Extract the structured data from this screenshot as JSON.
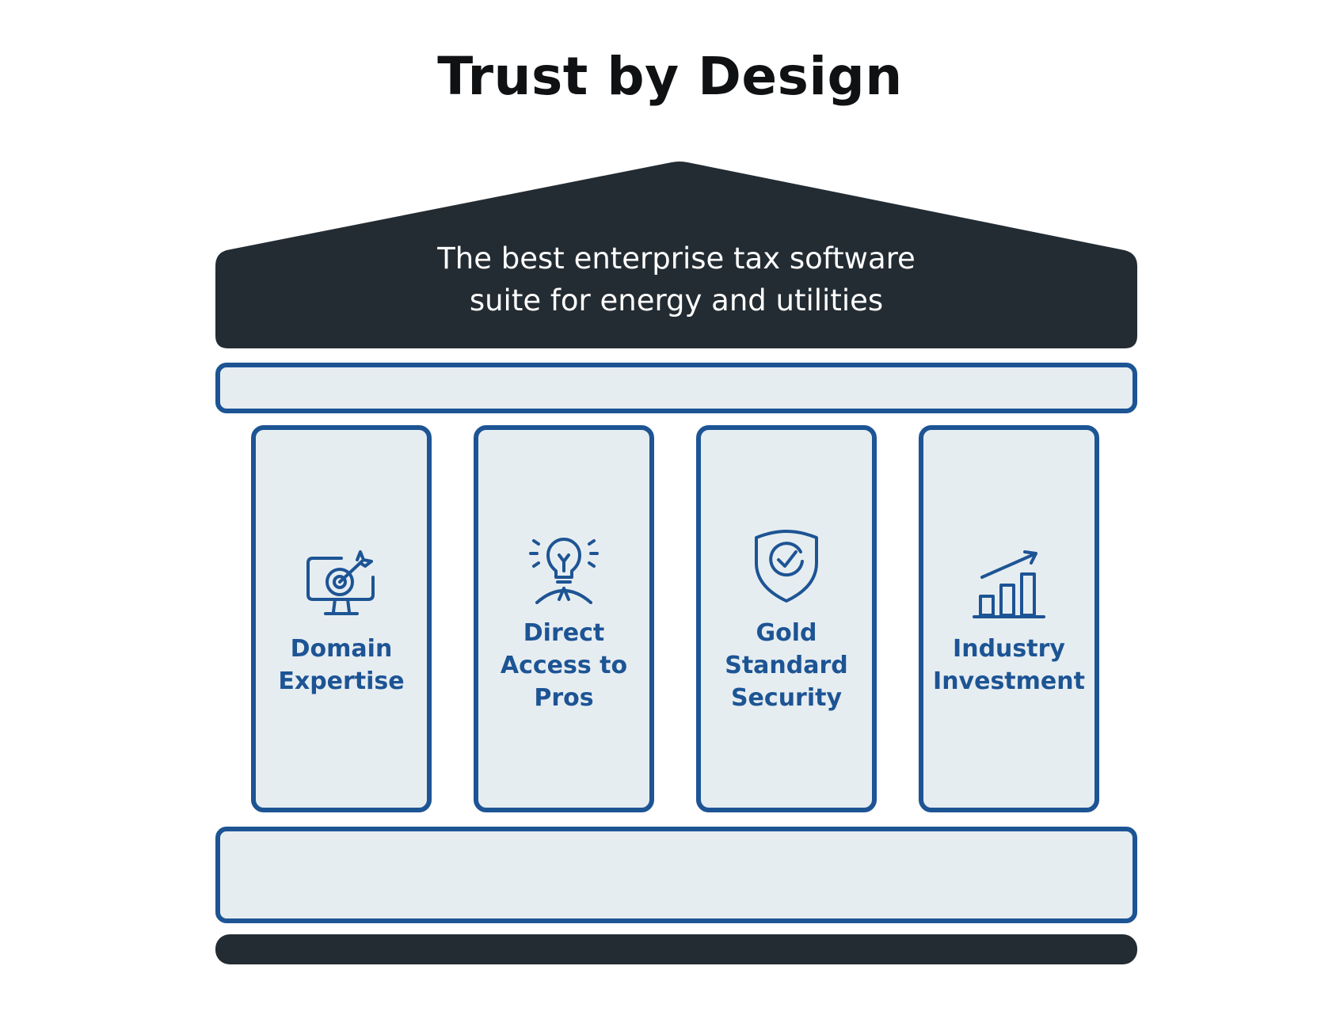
{
  "title": "Trust by Design",
  "roof": {
    "line1": "The best enterprise tax software",
    "line2": "suite for energy and utilities"
  },
  "pillars": [
    {
      "icon": "monitor-target-icon",
      "line1": "Domain",
      "line2": "Expertise",
      "line3": ""
    },
    {
      "icon": "lightbulb-person-icon",
      "line1": "Direct",
      "line2": "Access to",
      "line3": "Pros"
    },
    {
      "icon": "shield-check-icon",
      "line1": "Gold",
      "line2": "Standard",
      "line3": "Security"
    },
    {
      "icon": "growth-chart-icon",
      "line1": "Industry",
      "line2": "Investment",
      "line3": ""
    }
  ],
  "colors": {
    "dark": "#242c33",
    "accent": "#1d5494",
    "fill": "#e6edf1"
  }
}
